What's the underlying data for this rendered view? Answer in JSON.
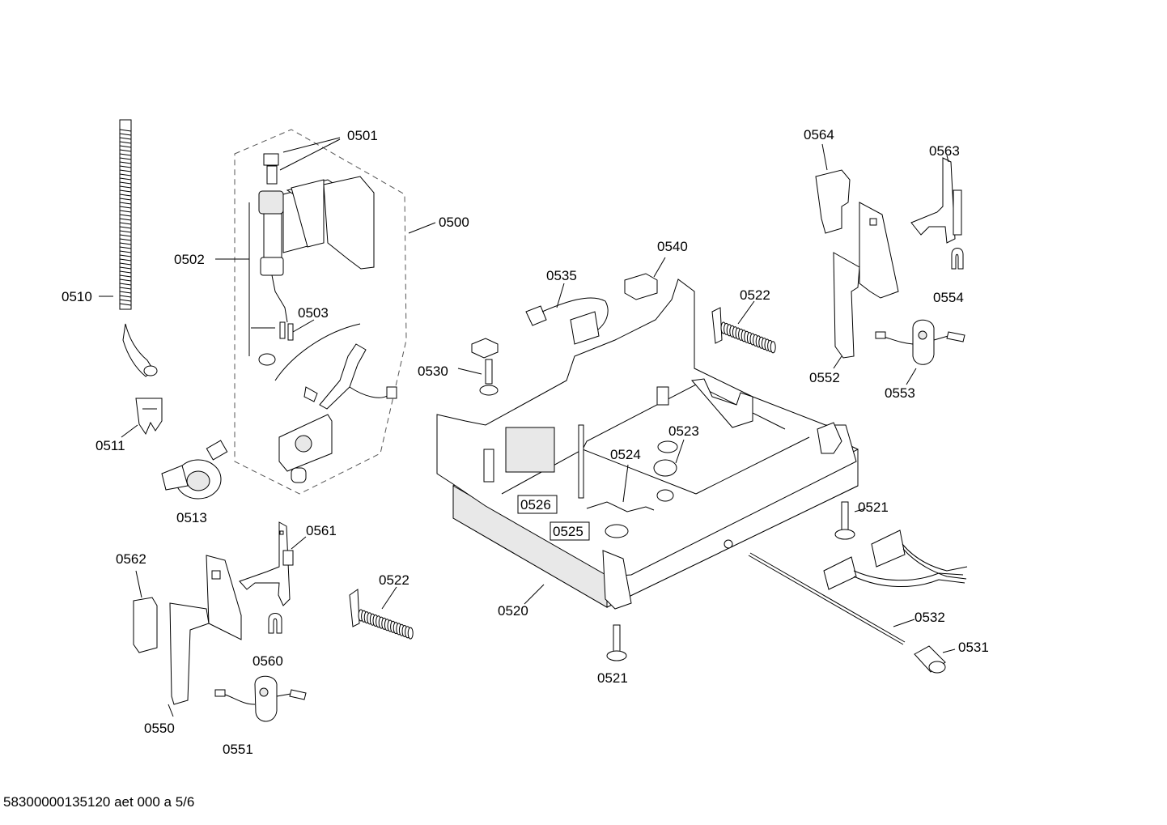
{
  "diagram": {
    "parts": [
      "0500",
      "0501",
      "0502",
      "0503",
      "0510",
      "0511",
      "0513",
      "0520",
      "0521",
      "0522",
      "0523",
      "0524",
      "0525",
      "0526",
      "0530",
      "0531",
      "0532",
      "0535",
      "0540",
      "0550",
      "0551",
      "0552",
      "0553",
      "0554",
      "0560",
      "0561",
      "0562",
      "0563",
      "0564"
    ]
  },
  "footer": "58300000135120 aet 000 a 5/6"
}
